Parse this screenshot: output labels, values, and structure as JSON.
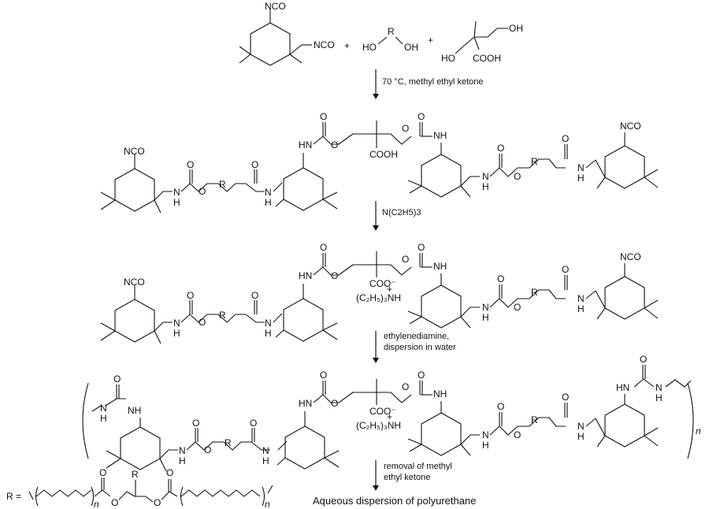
{
  "reagents": {
    "nco": "NCO",
    "plus": "+",
    "ho": "HO",
    "r": "R",
    "oh": "OH",
    "cooh": "COOH"
  },
  "steps": [
    {
      "lines": [
        "70 °C, methyl ethyl ketone"
      ]
    },
    {
      "lines": [
        "N(C2H5)3"
      ]
    },
    {
      "lines": [
        "ethylenediamine,",
        "dispersion in water"
      ]
    },
    {
      "lines": [
        "removal of methyl",
        "ethyl ketone"
      ]
    }
  ],
  "labels": {
    "nco": "NCO",
    "nh": "NH",
    "hn": "HN",
    "n": "N",
    "h": "H",
    "o": "O",
    "r": "R",
    "cooh": "COOH",
    "carboxylate": "COO⁻",
    "ammonium": "(C₂H₅)₃NH",
    "plus_charge": "+",
    "repeat": "n"
  },
  "r_definition": {
    "lhs": "R =",
    "repeat": "n"
  },
  "product": "Aqueous dispersion of polyurethane"
}
